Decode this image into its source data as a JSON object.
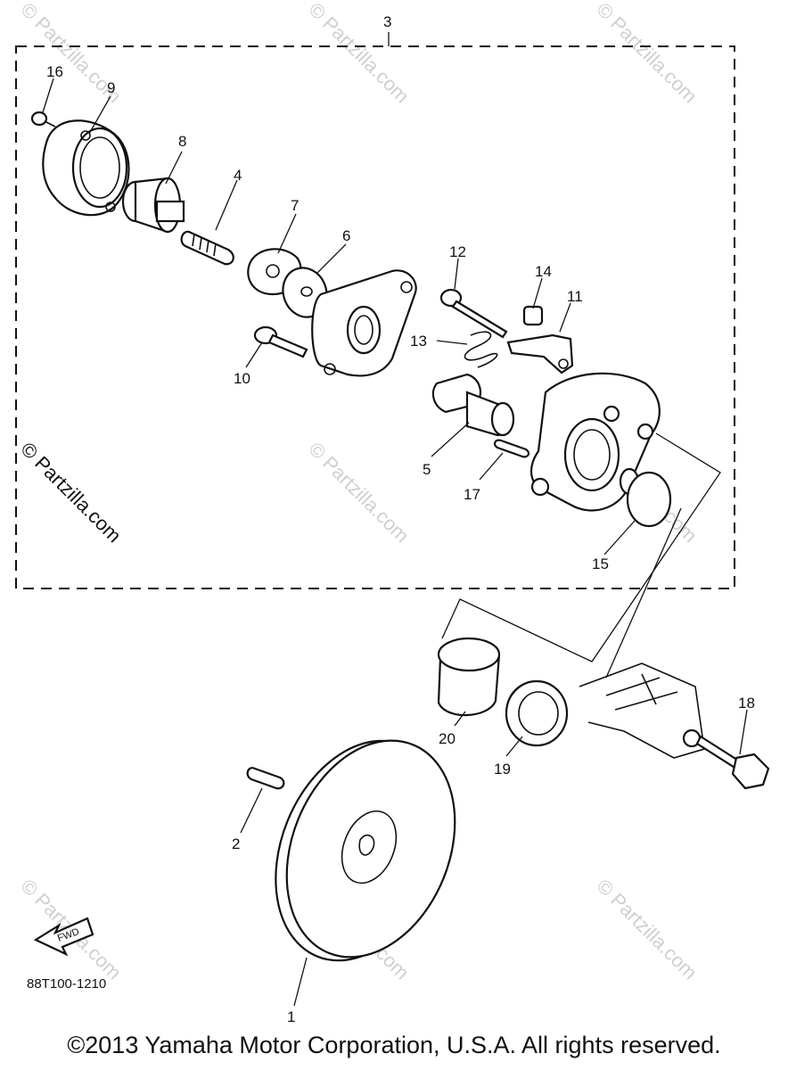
{
  "watermark_text": "© Partzilla.com",
  "diagram_code": "88T100-1210",
  "fwd_label": "FWD",
  "copyright": "©2013  Yamaha Motor Corporation, U.S.A. All rights reserved.",
  "callouts": {
    "c1": "1",
    "c2": "2",
    "c3": "3",
    "c4": "4",
    "c5": "5",
    "c6": "6",
    "c7": "7",
    "c8": "8",
    "c9": "9",
    "c10": "10",
    "c11": "11",
    "c12": "12",
    "c13": "13",
    "c14": "14",
    "c15": "15",
    "c16": "16",
    "c17": "17",
    "c18": "18",
    "c19": "19",
    "c20": "20"
  },
  "colors": {
    "line": "#111111",
    "watermark": "#cfcfcf",
    "background": "#ffffff"
  }
}
